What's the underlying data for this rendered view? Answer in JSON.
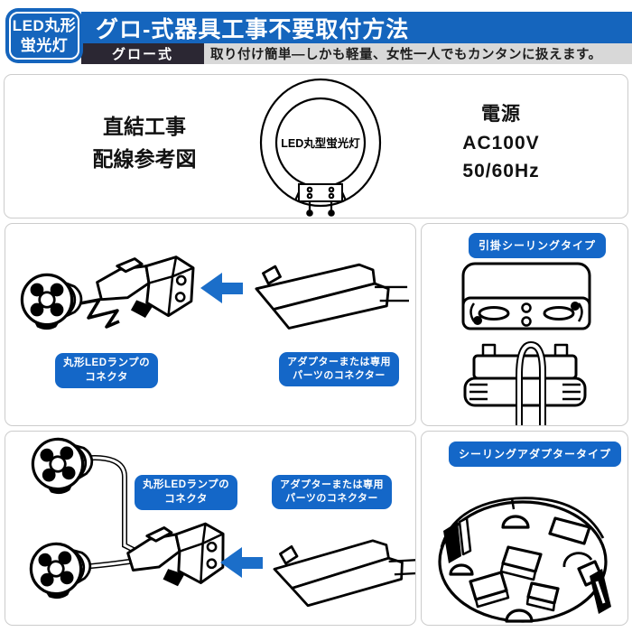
{
  "colors": {
    "primary_blue": "#1565bd",
    "pill_blue": "#1467c8",
    "arrow_blue": "#1b6ec9",
    "method_tab_dark": "#2b2733",
    "tagline_gray": "#d8d8d8"
  },
  "header": {
    "badge": {
      "line1": "LED丸形",
      "line2": "蛍光灯"
    },
    "title": "グロ-式器具工事不要取付方法",
    "method_tab": "グロー式",
    "tagline": "取り付け簡単―しかも軽量、女性一人でもカンタンに扱えます。"
  },
  "wiring_panel": {
    "caption": "直結工事\n配線参考図",
    "lamp_label": "LED丸型蛍光灯",
    "power": "電源\nAC100V\n50/60Hz"
  },
  "hook_ceiling_section": {
    "lamp_connector_label": "丸形LEDランプの\nコネクタ",
    "adapter_connector_label": "アダプターまたは専用\nパーツのコネクター",
    "type_label": "引掛シーリングタイプ"
  },
  "ceiling_adapter_section": {
    "lamp_connector_label": "丸形LEDランプの\nコネクタ",
    "adapter_connector_label": "アダプターまたは専用\nパーツのコネクター",
    "type_label": "シーリングアダプタータイプ"
  }
}
